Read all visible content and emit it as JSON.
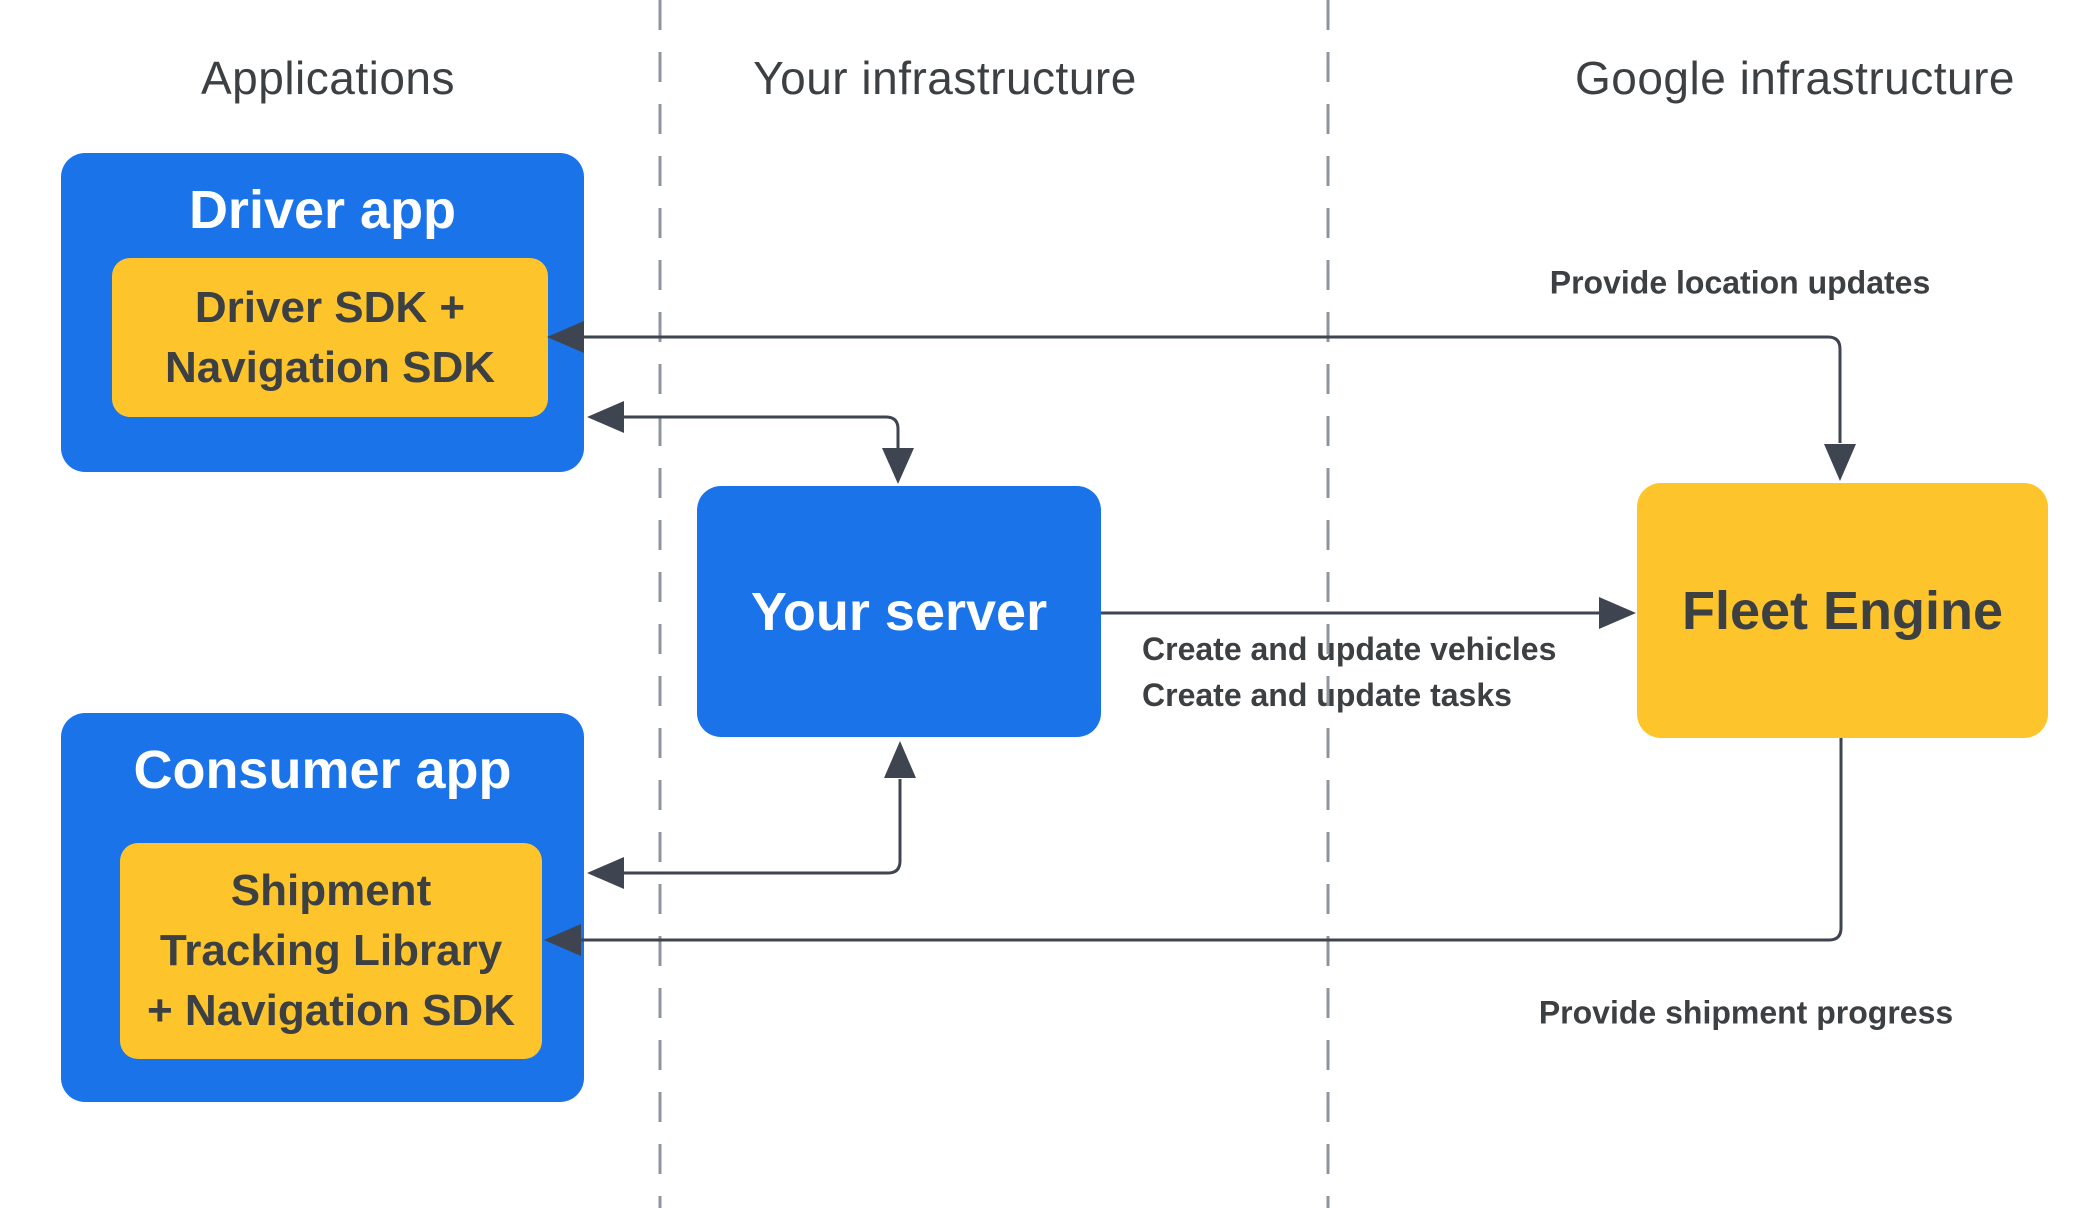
{
  "columns": {
    "applications": "Applications",
    "your_infrastructure": "Your infrastructure",
    "google_infrastructure": "Google infrastructure"
  },
  "nodes": {
    "driver_app": {
      "title": "Driver app",
      "sdk_lines": [
        "Driver SDK +",
        "Navigation SDK"
      ]
    },
    "consumer_app": {
      "title": "Consumer app",
      "sdk_lines": [
        "Shipment",
        "Tracking Library",
        "+ Navigation SDK"
      ]
    },
    "your_server": {
      "title": "Your server"
    },
    "fleet_engine": {
      "title": "Fleet Engine"
    }
  },
  "arrows": {
    "provide_location_updates": {
      "label": "Provide location updates",
      "from": "Driver SDK + Navigation SDK",
      "to": "Fleet Engine",
      "direction": "bidirectional"
    },
    "driver_app_your_server": {
      "from": "Driver app",
      "to": "Your server",
      "direction": "bidirectional"
    },
    "create_and_update": {
      "label_lines": [
        "Create and update vehicles",
        "Create and update tasks"
      ],
      "from": "Your server",
      "to": "Fleet Engine",
      "direction": "one-way"
    },
    "your_server_consumer_app": {
      "from": "Your server",
      "to": "Consumer app",
      "direction": "bidirectional"
    },
    "provide_shipment_progress": {
      "label": "Provide shipment progress",
      "from": "Fleet Engine",
      "to": "Shipment Tracking Library + Navigation SDK",
      "direction": "one-way"
    }
  },
  "colors": {
    "box_blue": "#1a73e8",
    "box_yellow": "#fdc42c",
    "line_dark": "#3e4450",
    "text_dark": "#3c4043",
    "text_light": "#ffffff",
    "dashed_gray": "#8f959e",
    "bg": "#ffffff"
  }
}
